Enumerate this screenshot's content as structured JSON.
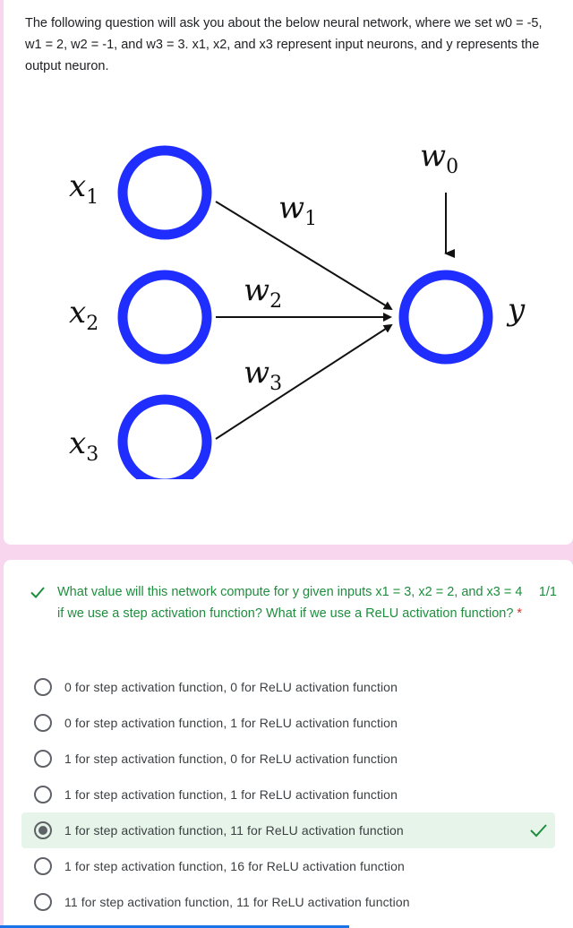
{
  "description": {
    "text": "The following question will ask you about the below neural network, where we set w0 = -5, w1 = 2, w2 = -1, and w3 = 3. x1, x2, and x3 represent input neurons, and y represents the output neuron."
  },
  "diagram": {
    "node_color": "#1f2eff",
    "labels": {
      "x1": "x",
      "x1_sub": "1",
      "x2": "x",
      "x2_sub": "2",
      "x3": "x",
      "x3_sub": "3",
      "w0": "w",
      "w0_sub": "0",
      "w1": "w",
      "w1_sub": "1",
      "w2": "w",
      "w2_sub": "2",
      "w3": "w",
      "w3_sub": "3",
      "y": "y"
    }
  },
  "question": {
    "text": "What value will this network compute for y given inputs x1 = 3, x2 = 2, and x3 = 4 if we use a step activation function? What if we use a ReLU activation function?",
    "required_mark": "*",
    "score": "1/1",
    "correct_color": "#1e8e3e",
    "options": [
      {
        "label": "0 for step activation function, 0 for ReLU activation function",
        "selected": false
      },
      {
        "label": "0 for step activation function, 1 for ReLU activation function",
        "selected": false
      },
      {
        "label": "1 for step activation function, 0 for ReLU activation function",
        "selected": false
      },
      {
        "label": "1 for step activation function, 1 for ReLU activation function",
        "selected": false
      },
      {
        "label": "1 for step activation function, 11 for ReLU activation function",
        "selected": true,
        "correct": true
      },
      {
        "label": "1 for step activation function, 16 for ReLU activation function",
        "selected": false
      },
      {
        "label": "11 for step activation function, 11 for ReLU activation function",
        "selected": false
      }
    ]
  }
}
